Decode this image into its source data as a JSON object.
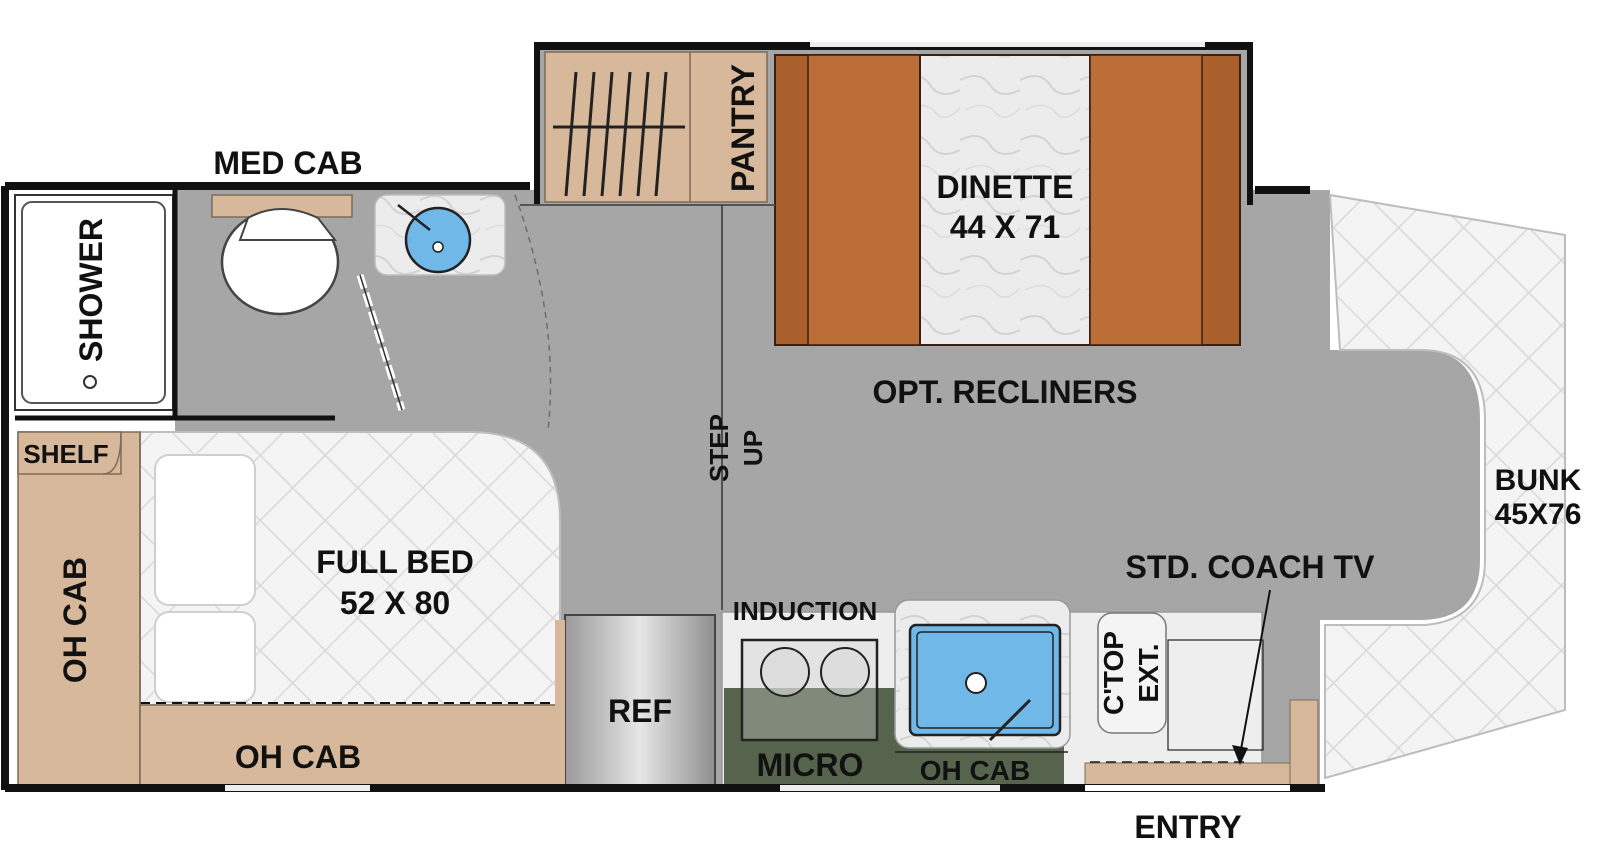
{
  "labels": {
    "med_cab": "MED CAB",
    "shower": "SHOWER",
    "shelf": "SHELF",
    "oh_cab_left": "OH CAB",
    "oh_cab_bottom": "OH CAB",
    "full_bed": "FULL BED",
    "full_bed_size": "52 X 80",
    "pantry": "PANTRY",
    "dinette": "DINETTE",
    "dinette_size": "44 X 71",
    "opt_recliners": "OPT. RECLINERS",
    "step": "STEP",
    "up": "UP",
    "induction": "INDUCTION",
    "ref": "REF",
    "micro": "MICRO",
    "oh_cab_kitchen": "OH CAB",
    "ctop": "C'TOP",
    "ext": "EXT.",
    "std_coach_tv": "STD. COACH TV",
    "bunk": "BUNK",
    "bunk_size": "45X76",
    "entry": "ENTRY"
  },
  "colors": {
    "floor": "#a6a6a6",
    "wall": "#111111",
    "cabinet": "#d7b89a",
    "seat_brown": "#a9602c",
    "counter": "#eeeeee",
    "micro": "#56644e",
    "sink_blue": "#6fb8e8"
  }
}
